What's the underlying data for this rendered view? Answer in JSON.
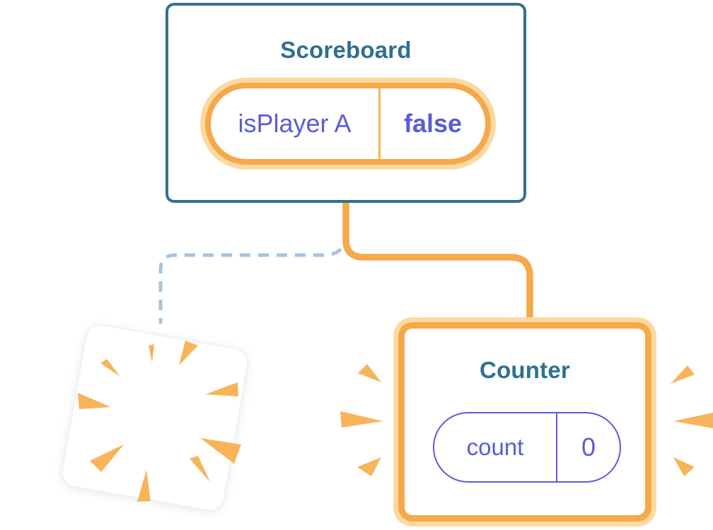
{
  "scoreboard": {
    "title": "Scoreboard",
    "state_pill": {
      "label": "isPlayer A",
      "value": "false"
    }
  },
  "counter": {
    "title": "Counter",
    "state_pill": {
      "label": "count",
      "value": "0"
    }
  },
  "icons": {
    "sparkle": "sparkle-stars",
    "burst": "burst-wedges",
    "destroyed_card": "exploding-card"
  },
  "colors": {
    "card_border_teal": "#35708e",
    "title_teal": "#2f6f93",
    "state_text_indigo": "#5a5cd8",
    "highlight_orange": "#f5a94a",
    "highlight_halo": "#fcd9a1",
    "burst_orange": "#f7b458",
    "dashed_connector_blue": "#a6c3de",
    "card_background": "#ffffff"
  }
}
